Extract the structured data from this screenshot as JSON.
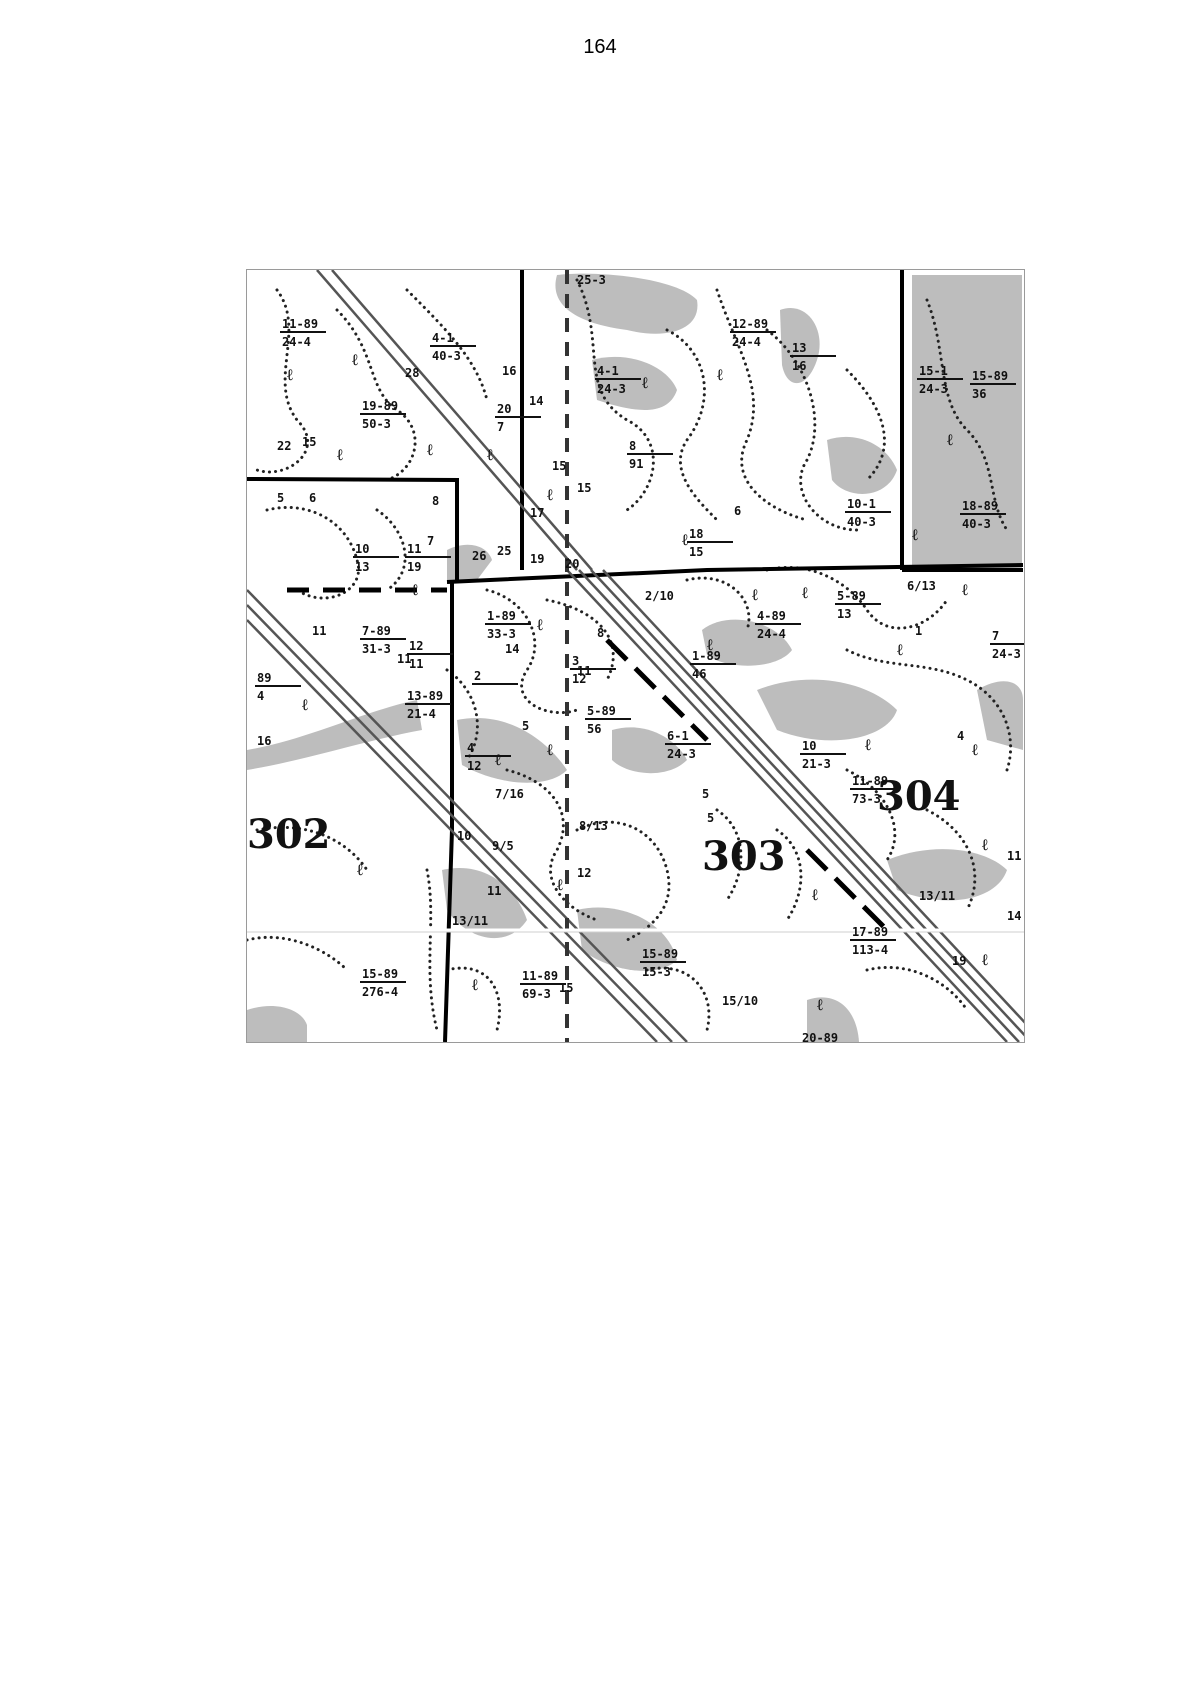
{
  "page": {
    "number": "164"
  },
  "map": {
    "sections": [
      "302",
      "303",
      "304"
    ],
    "lots": [
      {
        "top": "11-89",
        "bottom": "24-4"
      },
      {
        "top": "19-89",
        "bottom": "50-3"
      },
      {
        "top": "4-1",
        "bottom": "40-3"
      },
      {
        "top": "20",
        "bottom": "7"
      },
      {
        "top": "4-1",
        "bottom": "24-3"
      },
      {
        "top": "8",
        "bottom": "91"
      },
      {
        "top": "12-89",
        "bottom": "24-4"
      },
      {
        "top": "13",
        "bottom": "16"
      },
      {
        "top": "15-1",
        "bottom": "24-3"
      },
      {
        "top": "15-89",
        "bottom": "36"
      },
      {
        "top": "18-89",
        "bottom": "40-3"
      },
      {
        "top": "10-1",
        "bottom": "40-3"
      },
      {
        "top": "18",
        "bottom": "15"
      },
      {
        "top": "10",
        "bottom": "13"
      },
      {
        "top": "11",
        "bottom": "19"
      },
      {
        "top": "1-89",
        "bottom": "33-3"
      },
      {
        "top": "4-89",
        "bottom": "24-4"
      },
      {
        "top": "1-89",
        "bottom": "46"
      },
      {
        "top": "5-89",
        "bottom": "13"
      },
      {
        "top": "7",
        "bottom": "24-3"
      },
      {
        "top": "7-89",
        "bottom": "31-3"
      },
      {
        "top": "13-89",
        "bottom": "21-4"
      },
      {
        "top": "3",
        "bottom": "12"
      },
      {
        "top": "5-89",
        "bottom": "56"
      },
      {
        "top": "6-1",
        "bottom": "24-3"
      },
      {
        "top": "10",
        "bottom": "21-3"
      },
      {
        "top": "11-89",
        "bottom": "73-3"
      },
      {
        "top": "15-89",
        "bottom": "276-4"
      },
      {
        "top": "11-89",
        "bottom": "69-3"
      },
      {
        "top": "17-89",
        "bottom": "113-4"
      },
      {
        "top": "15-89",
        "bottom": "15-3"
      },
      {
        "top": "12",
        "bottom": "11"
      },
      {
        "top": "2",
        "bottom": ""
      },
      {
        "top": "4",
        "bottom": "12"
      },
      {
        "top": "89",
        "bottom": "4"
      }
    ],
    "slash_labels": [
      "2/10",
      "6/13",
      "7/16",
      "9/5",
      "8/13",
      "13/11",
      "15/10",
      "13/11"
    ],
    "numbers": [
      "25-3",
      "28",
      "16",
      "14",
      "15",
      "17",
      "6",
      "19",
      "20",
      "26",
      "25",
      "22",
      "15",
      "5",
      "6",
      "8",
      "7",
      "11",
      "11",
      "16",
      "1",
      "5",
      "5",
      "4",
      "10",
      "11",
      "11",
      "12",
      "14",
      "19",
      "20-89",
      "15",
      "11",
      "14",
      "15",
      "8",
      "5"
    ]
  }
}
